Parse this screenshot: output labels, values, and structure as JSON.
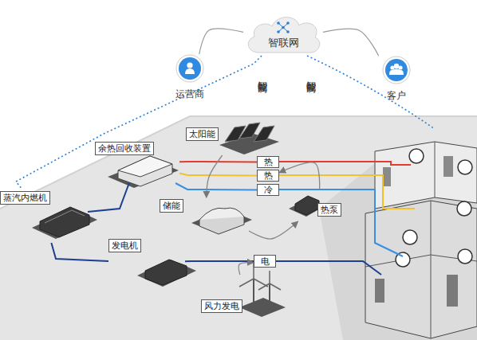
{
  "diagram": {
    "nodes": [
      {
        "text": [
          "智联网"
        ]
      },
      {
        "text": [
          "运营商"
        ]
      },
      {
        "text": [
          "客户"
        ]
      },
      {
        "text": [
          "太阳能"
        ]
      },
      {
        "text": [
          "余热回收装置"
        ]
      },
      {
        "text": [
          "蒸汽内燃机"
        ]
      },
      {
        "text": [
          "储能"
        ]
      },
      {
        "text": [
          "热泵"
        ]
      },
      {
        "text": [
          "发电机"
        ]
      },
      {
        "text": [
          "风力发电"
        ]
      },
      {
        "text": [
          "热"
        ]
      },
      {
        "text": [
          "热"
        ]
      },
      {
        "text": [
          "冷"
        ]
      },
      {
        "text": [
          "电"
        ]
      }
    ],
    "edges": [
      {
        "from": 0,
        "to": 1,
        "arrow": "none"
      },
      {
        "from": 0,
        "to": 2,
        "arrow": "none"
      },
      {
        "from": 0,
        "to": 5,
        "label": "智能控制",
        "arrow": "none"
      },
      {
        "from": 5,
        "to": 4,
        "arrow": "none"
      },
      {
        "from": 5,
        "to": 8,
        "arrow": "none"
      },
      {
        "from": 4,
        "to": 10,
        "arrow": "none"
      },
      {
        "from": 4,
        "to": 11,
        "arrow": "none"
      },
      {
        "from": 4,
        "to": 12,
        "arrow": "none"
      },
      {
        "from": 8,
        "to": 13,
        "arrow": "none"
      },
      {
        "from": 9,
        "to": 13,
        "arrow": "to"
      },
      {
        "from": 3,
        "to": 6,
        "arrow": "to"
      },
      {
        "from": 7,
        "to": 11,
        "arrow": "to"
      },
      {
        "from": 6,
        "to": 7,
        "arrow": "to"
      }
    ],
    "labels": [
      "智能控制"
    ]
  }
}
